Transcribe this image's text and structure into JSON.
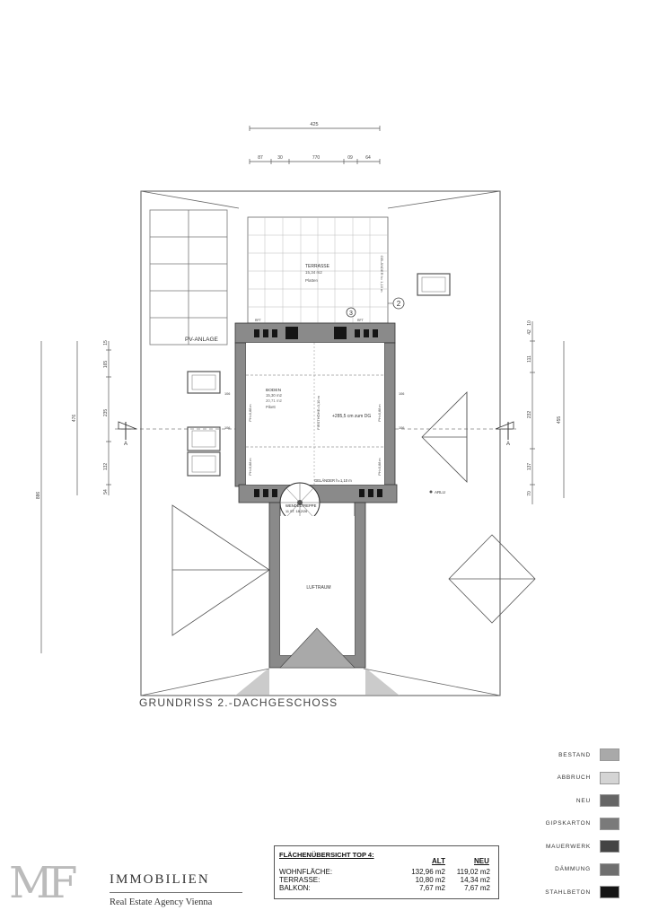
{
  "plan": {
    "title": "GRUNDRISS 2.-DACHGESCHOSS",
    "section_marker": "A",
    "dims_top": {
      "overall": "425",
      "parts": [
        "87",
        "30",
        "770",
        "09",
        "64"
      ]
    },
    "dims_left": {
      "overall": "886",
      "mid": "476",
      "parts": [
        "15",
        "165",
        "235",
        "132",
        "54"
      ]
    },
    "dims_right": {
      "overall": "455",
      "parts": [
        "10",
        "42",
        "111",
        "232",
        "137",
        "70"
      ]
    },
    "labels": {
      "pv": "PV-ANLAGE",
      "terrace": "TERRASSE",
      "terrace_area": "15,34 m2",
      "terrace_floor": "Platten",
      "railing_top": "GELÄNDER h= 1,10 m",
      "marker_2": "2",
      "marker_3": "3",
      "room": "BODEN",
      "room_area": "15,30 m2",
      "room_extra": "20,71 m2",
      "room_floor": "Pikett",
      "ridge": "FIRSTHÖHE=3,10 m",
      "level": "+285,5 cm zum DG",
      "railing_bottom": "GELÄNDER h=1,10 m",
      "stair": "WENDELTREPPE",
      "stair_dim": "11 ST. 18,2/26",
      "void": "LUFTRAUM",
      "arlu": "ARLU",
      "ph_left_top": "PH=0,88 m",
      "ph_left_bot": "PH=0,88 m",
      "ph_right_top": "PH=0,88 m",
      "ph_right_bot": "PH=0,88 m",
      "win_1": "106",
      "win_2": "106",
      "win_3": "106",
      "win_4": "106",
      "rft_labels": [
        "RFT",
        "RFT",
        "RFT",
        "RFT"
      ]
    }
  },
  "legend": [
    {
      "label": "BESTAND",
      "color": "#a9a9a9"
    },
    {
      "label": "ABBRUCH",
      "color": "#d4d4d4"
    },
    {
      "label": "NEU",
      "color": "#666666"
    },
    {
      "label": "GIPSKARTON",
      "color": "#7a7a7a"
    },
    {
      "label": "MAUERWERK",
      "color": "#444444"
    },
    {
      "label": "DÄMMUNG",
      "color": "#6f6f6f"
    },
    {
      "label": "STAHLBETON",
      "color": "#151515"
    }
  ],
  "areas": {
    "title": "FLÄCHENÜBERSICHT TOP 4:",
    "col_alt": "ALT",
    "col_neu": "NEU",
    "rows": [
      {
        "label": "WOHNFLÄCHE:",
        "alt": "132,96 m2",
        "neu": "119,02 m2"
      },
      {
        "label": "TERRASSE:",
        "alt": "10,80 m2",
        "neu": "14,34 m2"
      },
      {
        "label": "BALKON:",
        "alt": "7,67 m2",
        "neu": "7,67 m2"
      }
    ]
  },
  "brand": {
    "mark": "MF",
    "name": "IMMOBILIEN",
    "tagline": "Real Estate Agency Vienna"
  }
}
